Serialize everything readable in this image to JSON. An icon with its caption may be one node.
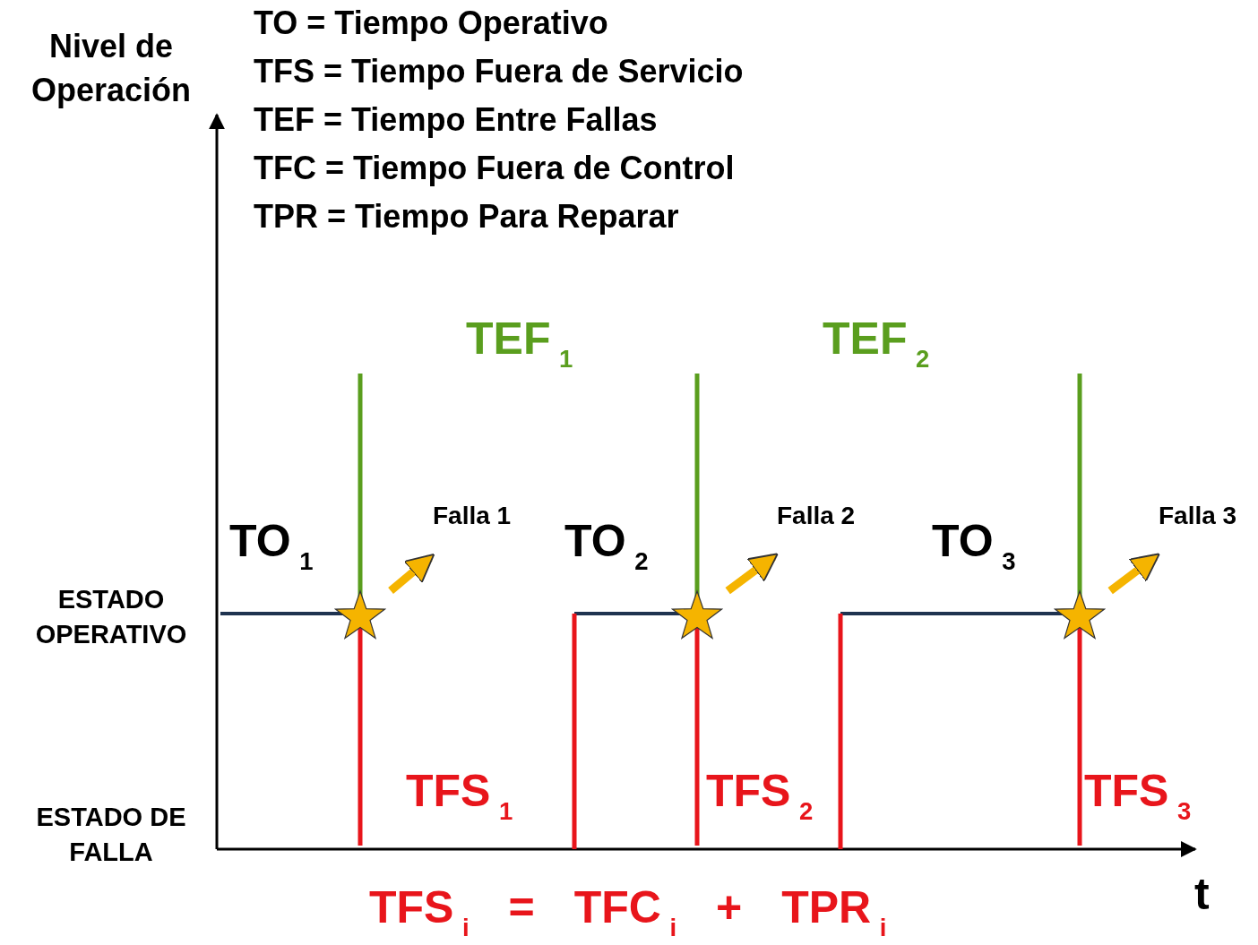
{
  "diagram": {
    "nodes": [
      {
        "text": [],
        "shape": "star"
      },
      {
        "text": [],
        "shape": "star"
      },
      {
        "text": [],
        "shape": "star"
      },
      {
        "text": [
          "Falla 1"
        ]
      },
      {
        "text": [
          "Falla 2"
        ]
      },
      {
        "text": [
          "Falla 3"
        ]
      }
    ],
    "edges": [
      {
        "from": 0,
        "to": 3,
        "arrow": "to"
      },
      {
        "from": 1,
        "to": 4,
        "arrow": "to"
      },
      {
        "from": 2,
        "to": 5,
        "arrow": "to"
      }
    ],
    "labels": [
      "Nivel de Operación",
      "TO = Tiempo Operativo",
      "TFS = Tiempo Fuera de Servicio",
      "TEF = Tiempo Entre Fallas",
      "TFC = Tiempo Fuera de Control",
      "TPR = Tiempo Para Reparar",
      "TEF$_{1}$",
      "TEF$_{2}$",
      "TO$_{1}$",
      "TO$_{2}$",
      "TO$_{3}$",
      "ESTADO OPERATIVO",
      "ESTADO DE FALLA",
      "TFS$_{1}$",
      "TFS$_{2}$",
      "TFS$_{3}$",
      "TFS$_{i}$ = TFC$_{i}$ + TPR$_{i}$",
      "t"
    ]
  }
}
